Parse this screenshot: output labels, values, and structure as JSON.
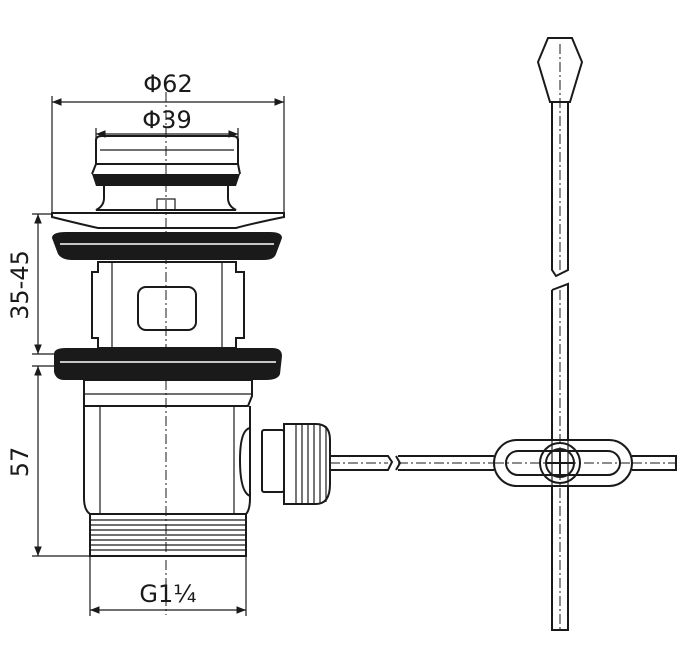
{
  "dimensions": {
    "outer_diameter": "Φ62",
    "inner_diameter": "Φ39",
    "height_range": "35-45",
    "body_height": "57",
    "thread_size": "G1¼"
  },
  "colors": {
    "line": "#1a1a1a",
    "background": "#ffffff"
  }
}
